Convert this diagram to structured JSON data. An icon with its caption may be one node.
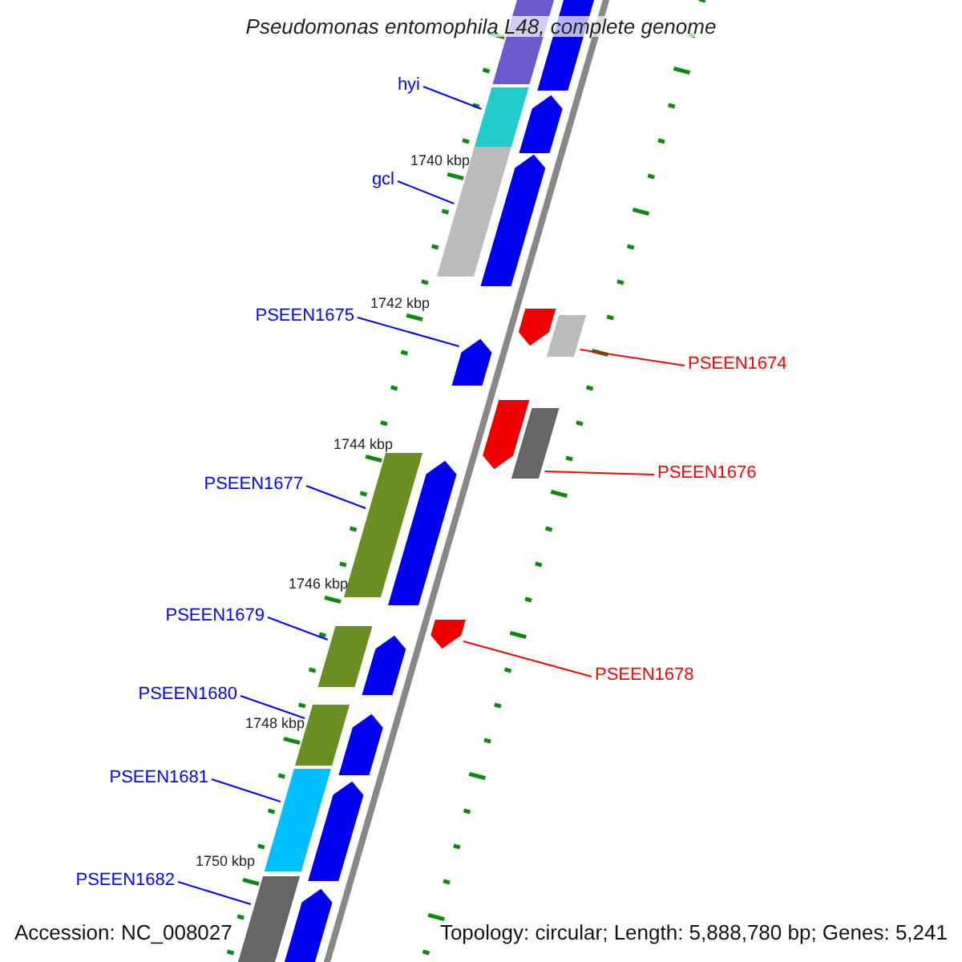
{
  "diagram": {
    "title": "Pseudomonas entomophila L48, complete genome",
    "nodes": [
      {
        "text": [
          "hyi"
        ]
      },
      {
        "text": [],
        "shape": "box"
      },
      {
        "text": [
          "gcl"
        ]
      },
      {
        "text": [],
        "shape": "box"
      },
      {
        "text": [
          "PSEEN1675"
        ]
      },
      {
        "text": [],
        "shape": "arrow"
      },
      {
        "text": [
          "PSEEN1674"
        ]
      },
      {
        "text": [],
        "shape": "box"
      },
      {
        "text": [
          "PSEEN1676"
        ]
      },
      {
        "text": [],
        "shape": "box"
      },
      {
        "text": [
          "PSEEN1677"
        ]
      },
      {
        "text": [],
        "shape": "box"
      },
      {
        "text": [
          "PSEEN1678"
        ]
      },
      {
        "text": [],
        "shape": "arrow"
      },
      {
        "text": [
          "PSEEN1679"
        ]
      },
      {
        "text": [],
        "shape": "box"
      },
      {
        "text": [
          "PSEEN1680"
        ]
      },
      {
        "text": [],
        "shape": "box"
      },
      {
        "text": [
          "PSEEN1681"
        ]
      },
      {
        "text": [],
        "shape": "box"
      },
      {
        "text": [
          "PSEEN1682"
        ]
      },
      {
        "text": [],
        "shape": "box"
      },
      {
        "text": [],
        "shape": "box"
      },
      {
        "text": [],
        "shape": "arrow"
      },
      {
        "text": [],
        "shape": "arrow"
      },
      {
        "text": [],
        "shape": "arrow"
      },
      {
        "text": [],
        "shape": "arrow"
      },
      {
        "text": [],
        "shape": "arrow"
      },
      {
        "text": [],
        "shape": "arrow"
      },
      {
        "text": [],
        "shape": "arrow"
      },
      {
        "text": [],
        "shape": "arrow"
      },
      {
        "text": [],
        "shape": "arrow"
      },
      {
        "text": [],
        "shape": "arrow"
      }
    ],
    "edges": [
      {
        "from": 0,
        "to": 1,
        "arrow": "none"
      },
      {
        "from": 2,
        "to": 3,
        "arrow": "none"
      },
      {
        "from": 4,
        "to": 5,
        "arrow": "none"
      },
      {
        "from": 6,
        "to": 7,
        "arrow": "none",
        "color": "#ff0000"
      },
      {
        "from": 8,
        "to": 9,
        "arrow": "none",
        "color": "#ff0000"
      },
      {
        "from": 10,
        "to": 11,
        "arrow": "none"
      },
      {
        "from": 12,
        "to": 13,
        "arrow": "none",
        "color": "#ff0000"
      },
      {
        "from": 14,
        "to": 15,
        "arrow": "none"
      },
      {
        "from": 16,
        "to": 17,
        "arrow": "none"
      },
      {
        "from": 18,
        "to": 19,
        "arrow": "none"
      },
      {
        "from": 20,
        "to": 21,
        "arrow": "none"
      }
    ],
    "labels": [
      "1740 kbp",
      "1742 kbp",
      "1744 kbp",
      "1746 kbp",
      "1748 kbp",
      "1750 kbp",
      "Accession: NC_008027",
      "Topology: circular; Length: 5,888,780 bp; Genes: 5,241"
    ]
  }
}
